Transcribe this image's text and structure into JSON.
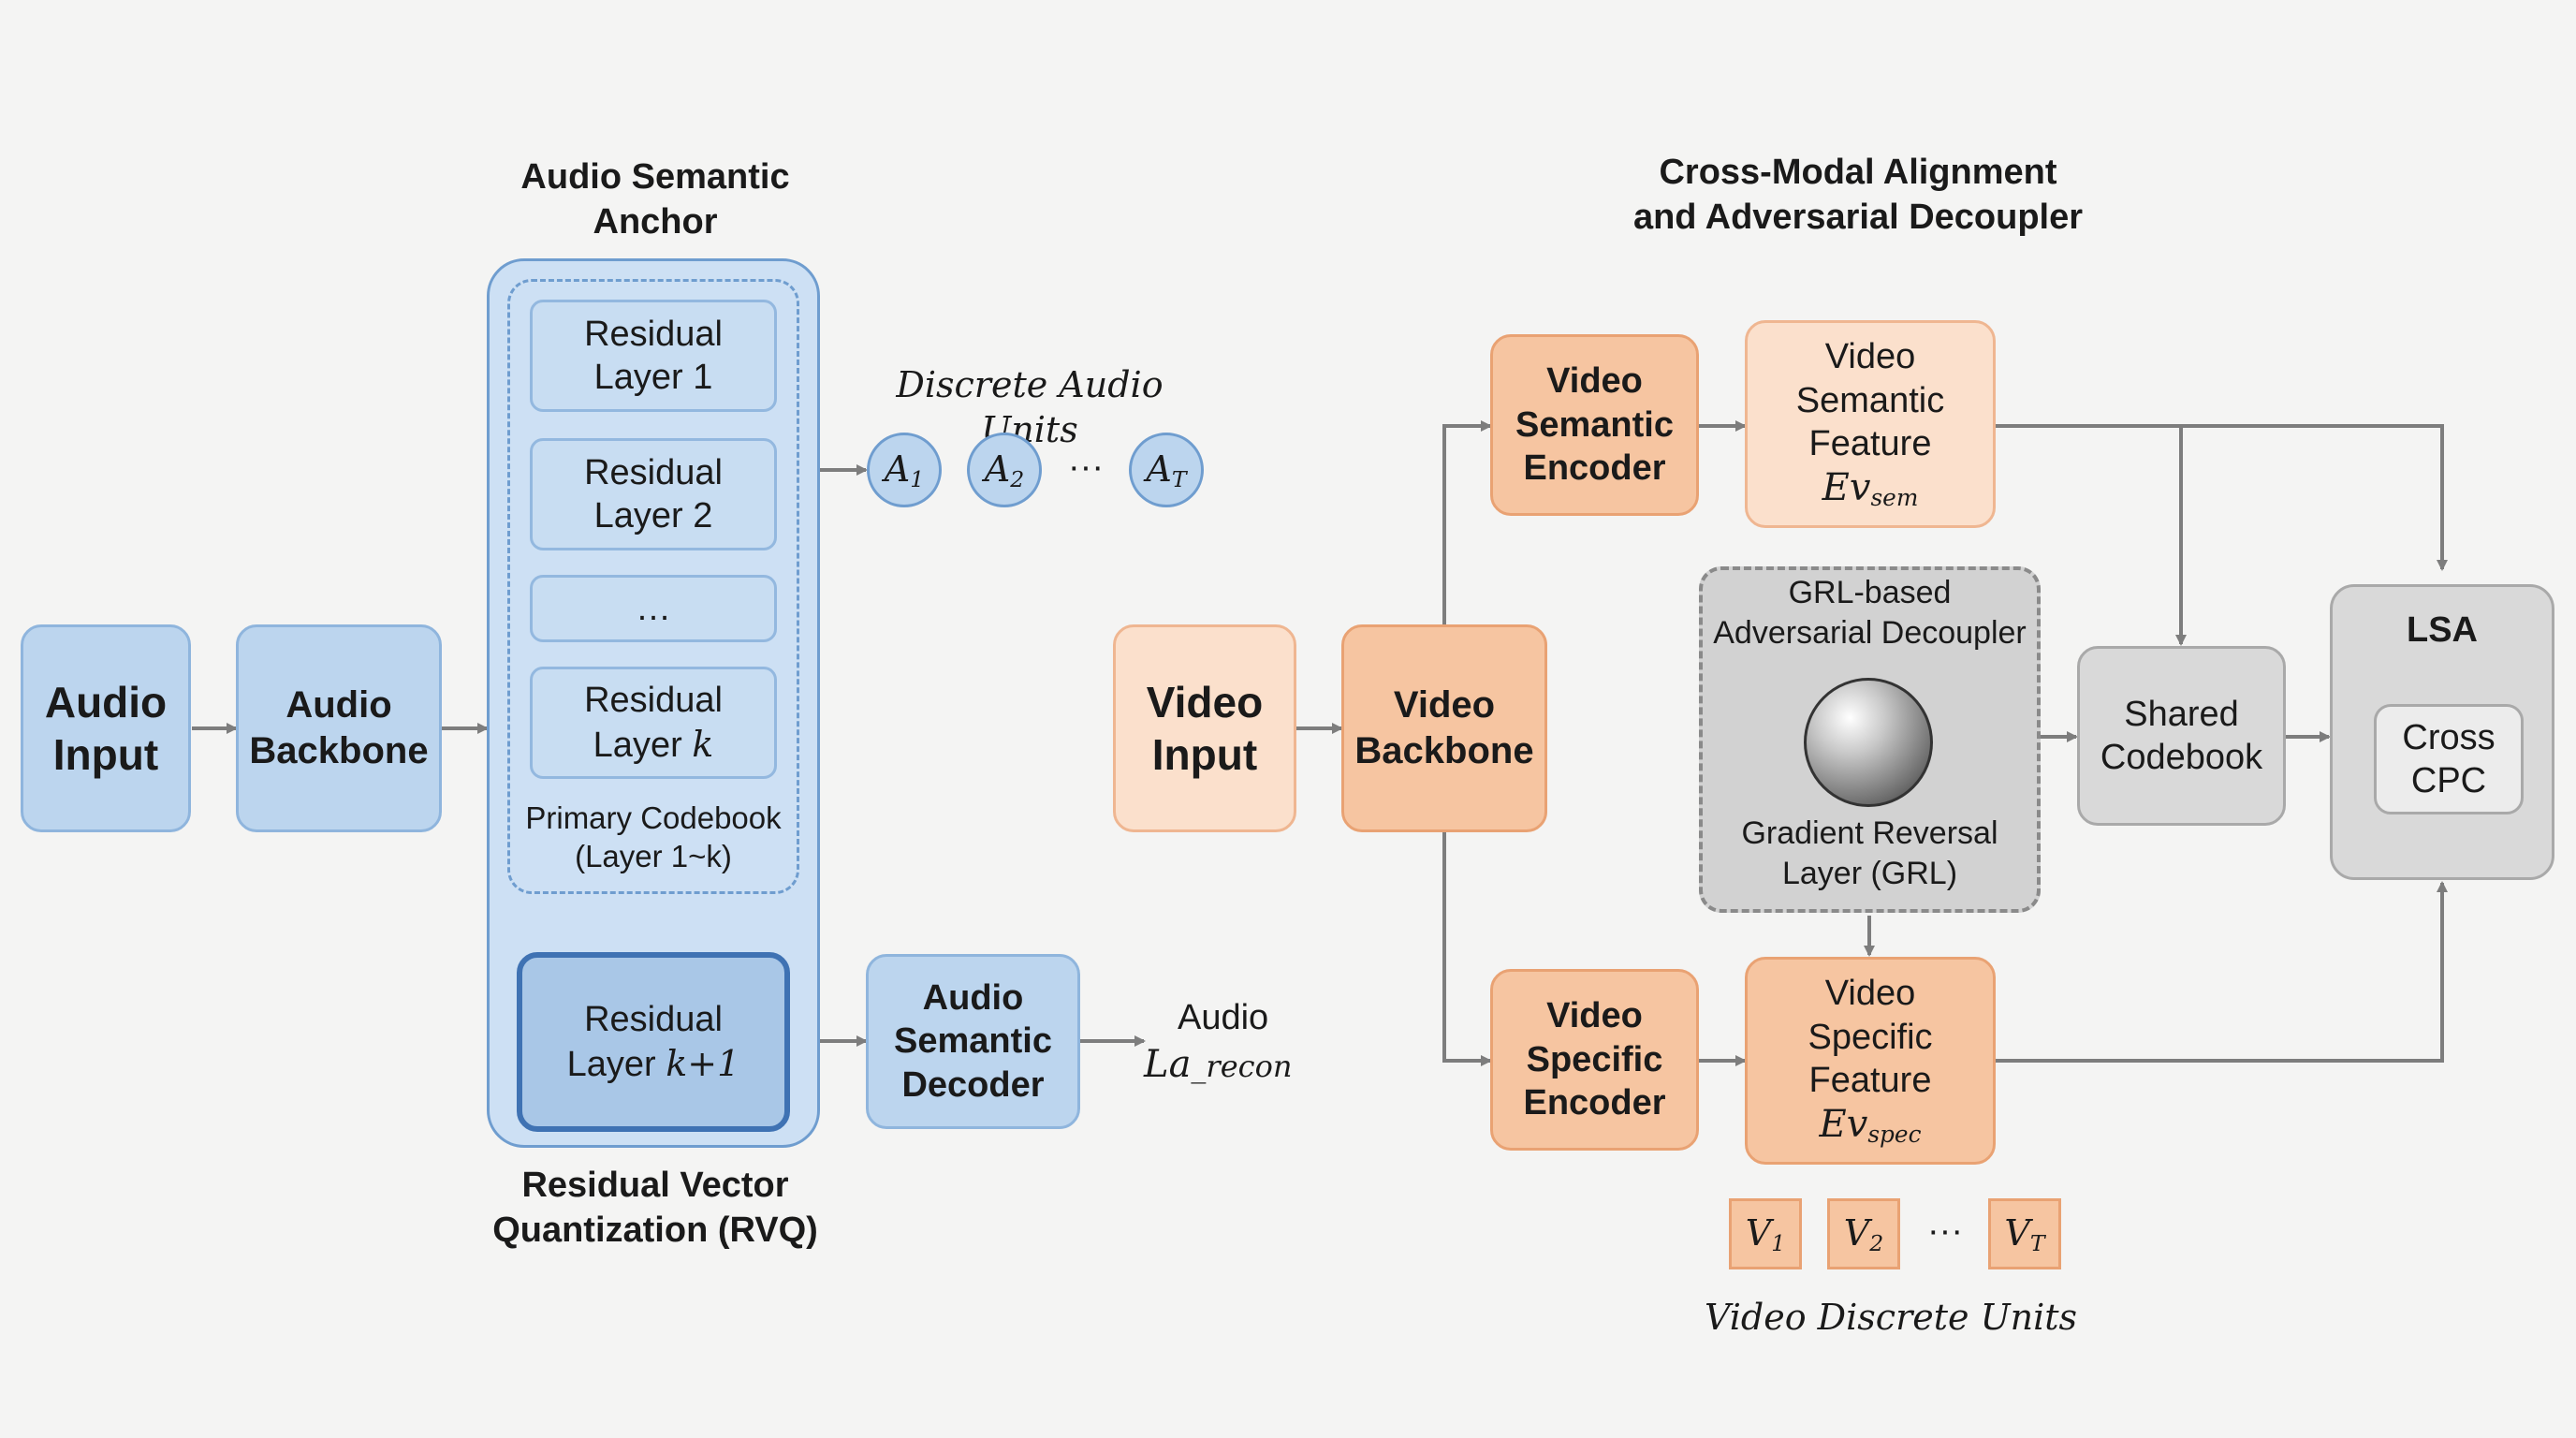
{
  "titles": {
    "audio_anchor": "Audio Semantic\nAnchor",
    "rvq": "Residual Vector\nQuantization (RVQ)",
    "cross_modal": "Cross-Modal Alignment\nand Adversarial Decoupler",
    "discrete_audio": "Discrete Audio Units",
    "video_discrete": "Video Discrete Units"
  },
  "audio": {
    "input": "Audio\nInput",
    "backbone": "Audio\nBackbone",
    "residual_1": "Residual\nLayer 1",
    "residual_2": "Residual\nLayer 2",
    "ellipsis": "…",
    "residual_k_word": "Residual",
    "residual_k_layer": "Layer",
    "residual_k_var": "k",
    "primary_codebook": "Primary Codebook\n(Layer 1~k)",
    "residual_k1_word": "Residual",
    "residual_k1_layer": "Layer",
    "residual_k1_var": "k+1",
    "decoder": "Audio\nSemantic\nDecoder",
    "recon_label": "Audio",
    "recon_main": "La",
    "recon_sub": "_recon",
    "units": [
      {
        "base": "A",
        "sub": "1"
      },
      {
        "base": "A",
        "sub": "2"
      },
      {
        "base": "A",
        "sub": "T"
      }
    ],
    "units_dots": "···"
  },
  "video": {
    "input": "Video\nInput",
    "backbone": "Video\nBackbone",
    "semantic_encoder": "Video\nSemantic\nEncoder",
    "semantic_feature": "Video\nSemantic\nFeature",
    "semantic_symbol_main": "Ev",
    "semantic_symbol_sub": "sem",
    "specific_encoder": "Video\nSpecific\nEncoder",
    "specific_feature": "Video\nSpecific\nFeature",
    "specific_symbol_main": "Ev",
    "specific_symbol_sub": "spec",
    "units": [
      {
        "base": "V",
        "sub": "1"
      },
      {
        "base": "V",
        "sub": "2"
      },
      {
        "base": "V",
        "sub": "T"
      }
    ],
    "units_dots": "···"
  },
  "grl": {
    "title": "GRL-based\nAdversarial Decoupler",
    "caption": "Gradient Reversal\nLayer (GRL)"
  },
  "shared_codebook": "Shared\nCodebook",
  "lsa": {
    "title": "LSA",
    "cross_cpc": "Cross\nCPC"
  },
  "colors": {
    "audio_fill": "#bcd5ee",
    "audio_border": "#8fb5dd",
    "video_fill": "#f6c5a1",
    "video_border": "#e9a273",
    "neutral_fill": "#d9d9d9",
    "arrow": "#7d7d7d"
  }
}
